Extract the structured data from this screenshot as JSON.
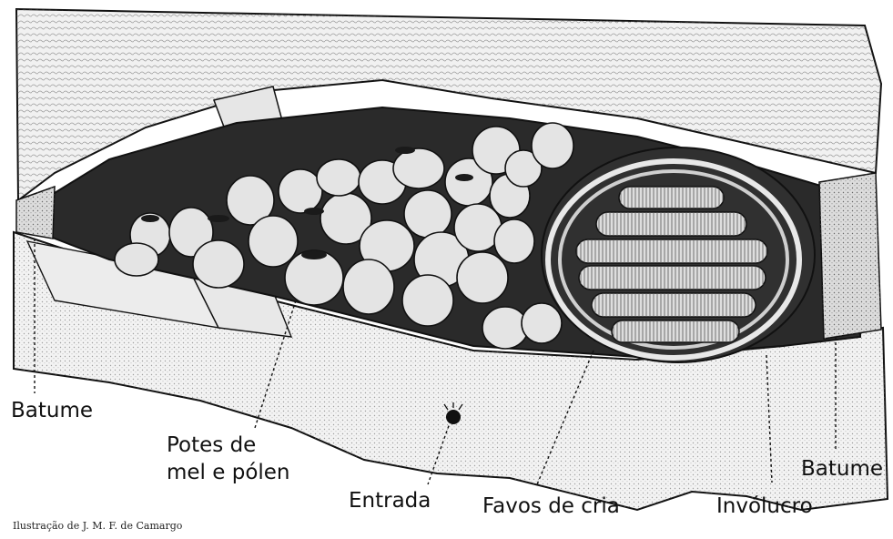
{
  "labels": {
    "batume_left": "Batume",
    "potes_line1": "Potes de",
    "potes_line2": "mel e pólen",
    "entrada": "Entrada",
    "favos": "Favos de cria",
    "involucro": "Invólucro",
    "batume_right": "Batume"
  },
  "credit": "Ilustração de J. M. F. de Camargo",
  "colors": {
    "background": "#ffffff",
    "ink": "#111111",
    "wood": "#efefef",
    "cavity": "#2a2a2a",
    "pot": "#e4e4e4",
    "comb": "#dedede"
  }
}
